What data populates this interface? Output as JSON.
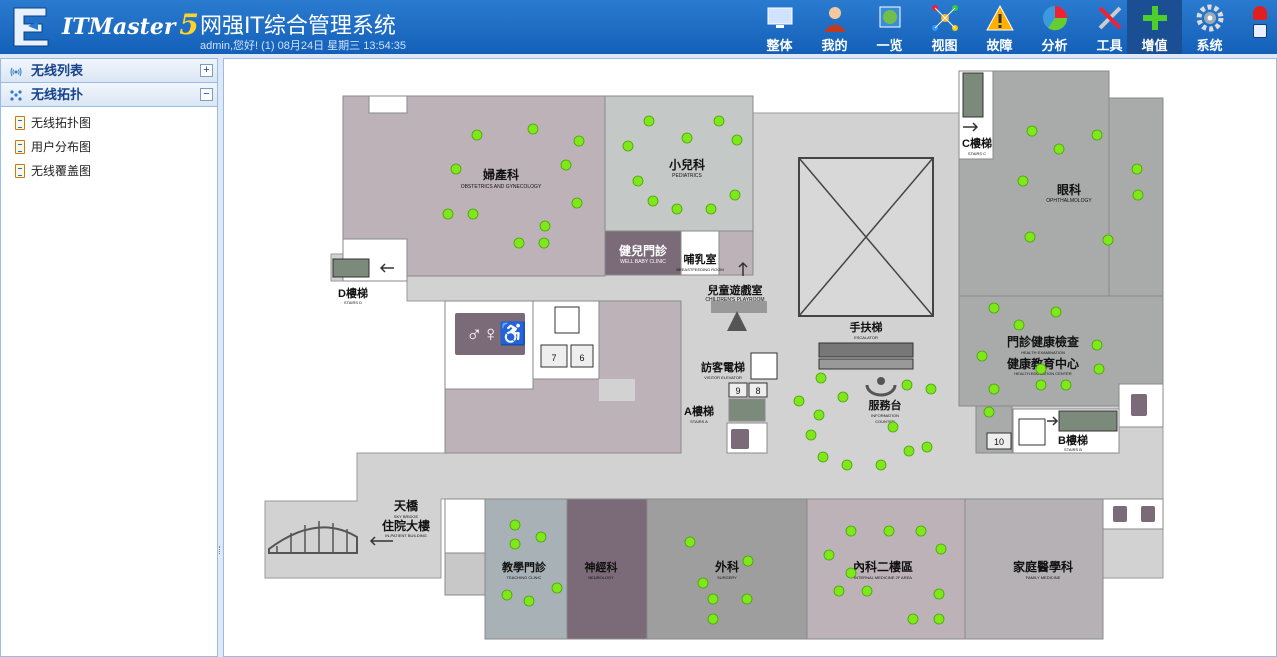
{
  "header": {
    "brand": "ITMaster",
    "brand_version": "5",
    "title": "网强IT综合管理系统",
    "user_line": "admin,您好! (1) 08月24日 星期三 13:54:35",
    "nav": [
      {
        "label": "整体",
        "icon": "monitor-icon"
      },
      {
        "label": "我的",
        "icon": "user-icon"
      },
      {
        "label": "一览",
        "icon": "globe-icon"
      },
      {
        "label": "视图",
        "icon": "network-icon"
      },
      {
        "label": "故障",
        "icon": "warning-icon"
      },
      {
        "label": "分析",
        "icon": "pie-chart-icon"
      },
      {
        "label": "工具",
        "icon": "tools-icon"
      },
      {
        "label": "增值",
        "icon": "plus-icon",
        "active": true
      },
      {
        "label": "系统",
        "icon": "gear-icon"
      }
    ],
    "tools": [
      {
        "icon": "alarm-icon",
        "color": "#e02020"
      },
      {
        "icon": "logout-icon",
        "color": "#e8f0ff"
      }
    ]
  },
  "sidebar": {
    "panels": [
      {
        "label": "无线列表",
        "toggle": "+",
        "icon": "wireless-icon"
      },
      {
        "label": "无线拓扑",
        "toggle": "−",
        "icon": "topology-icon"
      }
    ],
    "items": [
      "无线拓扑图",
      "用户分布图",
      "无线覆盖图"
    ]
  },
  "floorplan": {
    "rooms": {
      "obgyn": {
        "zh": "婦產科",
        "en": "OBSTETRICS AND GYNECOLOGY"
      },
      "pediatrics": {
        "zh": "小兒科",
        "en": "PEDIATRICS"
      },
      "well_baby": {
        "zh": "健兒門診",
        "en": "WELL BABY CLINIC"
      },
      "nursing": {
        "zh": "哺乳室",
        "en": "BREASTFEEDING ROOM"
      },
      "playroom": {
        "zh": "兒童遊戲室",
        "en": "CHILDREN'S PLAYROOM"
      },
      "ophthalmology": {
        "zh": "眼科",
        "en": "OPHTHALMOLOGY"
      },
      "health_exam": {
        "zh": "門診健康檢查",
        "en": "HEALTH EXAMINATION"
      },
      "health_edu": {
        "zh": "健康教育中心",
        "en": "HEALTH EDUCATION CENTER"
      },
      "escalator": {
        "zh": "手扶梯",
        "en": "ESCALATOR"
      },
      "visitor_elevator": {
        "zh": "訪客電梯",
        "en": "VISITOR ELEVATOR"
      },
      "info": {
        "zh": "服務台",
        "en": "INFORMATION",
        "en2": "COUNTER"
      },
      "stairs_a": {
        "zh": "A樓梯",
        "en": "STAIRS A"
      },
      "stairs_b": {
        "zh": "B樓梯",
        "en": "STAIRS B"
      },
      "stairs_c": {
        "zh": "C樓梯",
        "en": "STAIRS C"
      },
      "stairs_d": {
        "zh": "D樓梯",
        "en": "STAIRS D"
      },
      "skybridge": {
        "zh": "天橋",
        "en": "SKY BRIDGE"
      },
      "inpatient": {
        "zh": "住院大樓",
        "en": "IN-PATIENT BUILDING"
      },
      "teaching": {
        "zh": "教學門診",
        "en": "TEACHING CLINIC"
      },
      "neurology": {
        "zh": "神經科",
        "en": "NEUROLOGY"
      },
      "surgery": {
        "zh": "外科",
        "en": "SURGERY"
      },
      "internal": {
        "zh": "內科二樓區",
        "en": "INTERNAL MEDICINE 2F AREA"
      },
      "family": {
        "zh": "家庭醫學科",
        "en": "FAMILY MEDICINE"
      }
    },
    "elevator_numbers": [
      "7",
      "6",
      "9",
      "8",
      "10"
    ]
  },
  "colors": {
    "header_bg": "#1d6cc6",
    "brand_accent": "#ffd42a",
    "user_dot": "#7ee81a",
    "room_mauve": "#bfb3b9",
    "room_gray": "#b7b7b7",
    "corridor": "#cfcfcf"
  }
}
